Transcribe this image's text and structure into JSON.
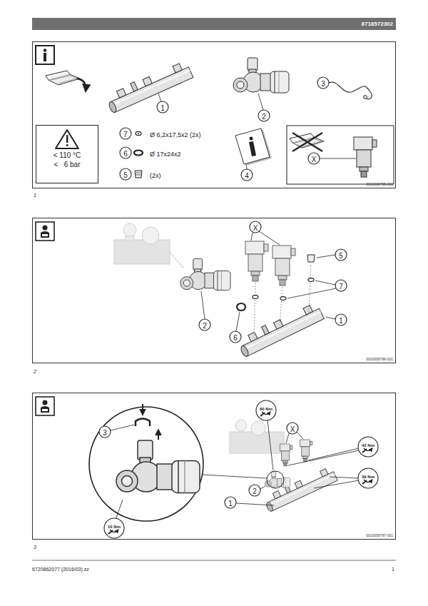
{
  "diagram": {
    "nodes": [
      {
        "text": [
          "8718572302"
        ]
      },
      {
        "text": [
          "0010009795-001"
        ]
      },
      {
        "text": [
          "< 110 °C",
          "<   6 bar"
        ],
        "in": 1
      },
      {
        "text": [
          "0010009796-001"
        ]
      },
      {
        "text": [
          "0010009797-001"
        ]
      }
    ],
    "labels": [
      "1",
      "2",
      "3",
      "7",
      "Ø 6,2x17,5x2 (2x)",
      "6",
      "Ø 17x24x2",
      "5",
      "(2x)",
      "4",
      "X",
      "1",
      "X",
      "5",
      "7",
      "2",
      "6",
      "1",
      "2",
      "3",
      "60 Nm",
      "X",
      "42 Nm",
      "2",
      "39 Nm",
      "1",
      "10 Nm",
      "3",
      "6720862077 (2016/03) zz",
      "1"
    ]
  }
}
